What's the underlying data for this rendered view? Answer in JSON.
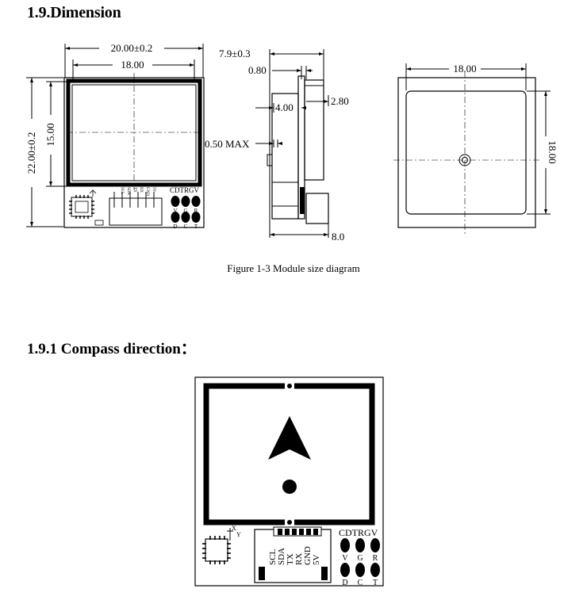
{
  "section": {
    "title": "1.9.Dimension",
    "caption": "Figure 1-3 Module size diagram"
  },
  "subsection": {
    "title": "1.9.1 Compass direction："
  },
  "front_view": {
    "width_outer": "20.00±0.2",
    "width_inner": "18.00",
    "height_outer": "22.00±0.2",
    "height_inner": "15.00",
    "pin_labels": [
      "SCL",
      "SDA",
      "TX",
      "RX",
      "GND",
      "5V"
    ],
    "led_labels": "CDTRGV",
    "led_sub_top": [
      "V",
      "G",
      "R"
    ],
    "led_sub_bottom": [
      "D",
      "C",
      "T"
    ]
  },
  "side_view": {
    "total_thickness": "7.9±0.3",
    "board_thickness": "0.80",
    "antenna_thickness": "4.00",
    "patch_thickness": "2.80",
    "gap": "0.50 MAX",
    "bottom": "8.0"
  },
  "back_view": {
    "width": "18.00",
    "height": "18.00"
  },
  "compass": {
    "pin_labels": [
      "SCL",
      "SDA",
      "TX",
      "RX",
      "GND",
      "5V"
    ],
    "led_labels": "CDTRGV",
    "led_sub_top": [
      "V",
      "G",
      "R"
    ],
    "led_sub_bottom": [
      "D",
      "C",
      "T"
    ],
    "axis_x": "X",
    "axis_y": "Y"
  }
}
